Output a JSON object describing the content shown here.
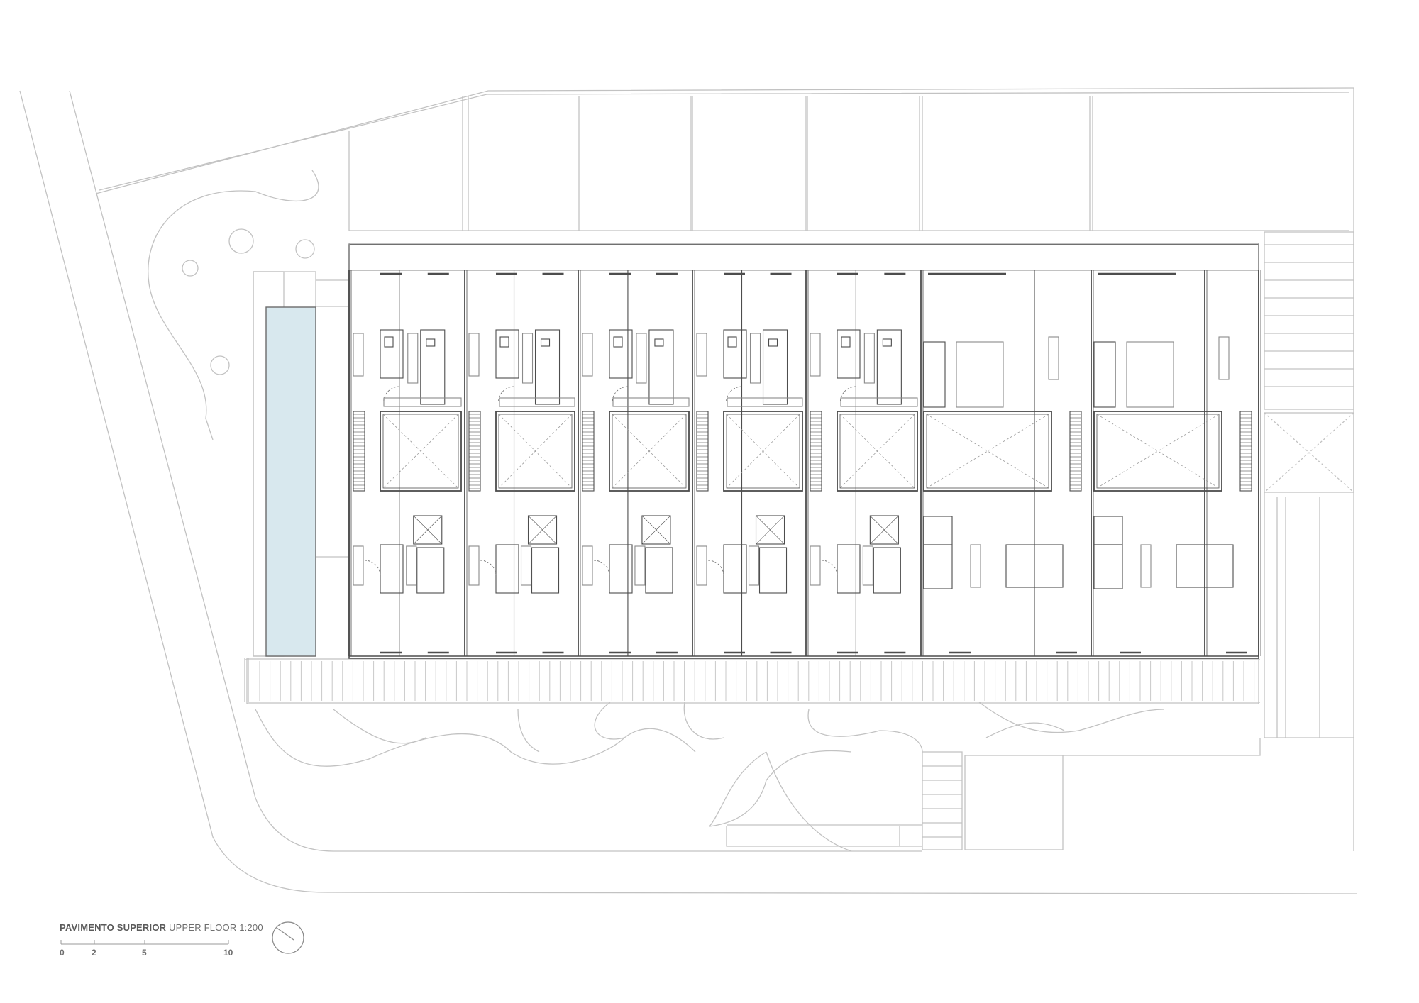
{
  "title_block": {
    "title_bold": "PAVIMENTO SUPERIOR",
    "title_regular": "UPPER FLOOR 1:200"
  },
  "scale_bar": {
    "ticks": [
      "0",
      "2",
      "5",
      "10"
    ]
  },
  "colors": {
    "line": "#bdbdbd",
    "wall": "#4d4d4d",
    "pool": "#d8e8ee",
    "text": "#6e6e6e"
  },
  "icons": {
    "north-arrow": "circle-with-line"
  }
}
